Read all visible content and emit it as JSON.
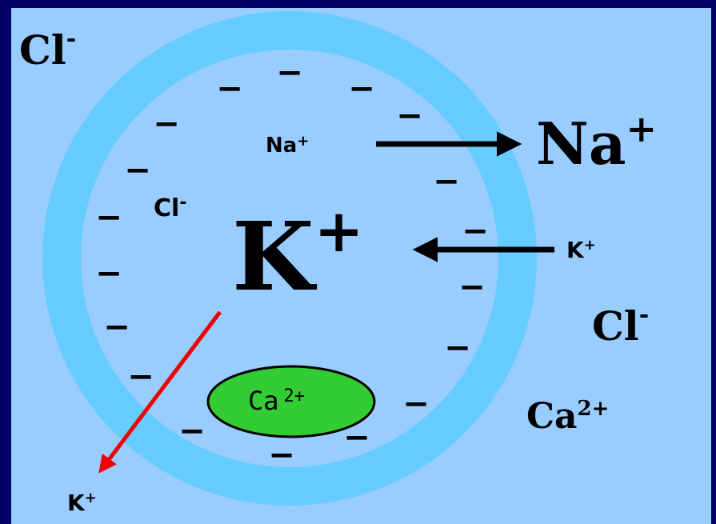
{
  "colors": {
    "border": "#000066",
    "background": "#99ccff",
    "membrane": "#66ccff",
    "calcium_store": "#33cc33",
    "leak_arrow": "#ee0000",
    "text": "#000000"
  },
  "outside": {
    "cl_top_left": {
      "base": "Cl",
      "charge": "-"
    },
    "na_right": {
      "base": "Na",
      "charge": "+"
    },
    "cl_right": {
      "base": "Cl",
      "charge": "-"
    },
    "ca_right": {
      "base": "Ca",
      "charge": "2+"
    },
    "k_bottom_left": {
      "base": "K",
      "charge": "+"
    },
    "k_incoming": {
      "base": "K",
      "charge": "+"
    }
  },
  "inside": {
    "na": {
      "base": "Na",
      "charge": "+"
    },
    "cl": {
      "base": "Cl",
      "charge": "-"
    },
    "k": {
      "base": "K",
      "charge": "+"
    },
    "ca_store": {
      "base": "Ca",
      "charge": "2+"
    }
  },
  "arrows": {
    "na_efflux": "Na+ out",
    "k_influx": "K+ in",
    "k_leak": "K+ leak"
  },
  "negative_charge_symbol": "−"
}
